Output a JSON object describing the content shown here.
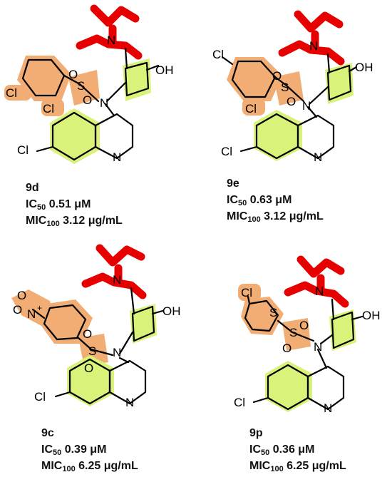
{
  "molecules": [
    {
      "id": "9d",
      "ic50_label": "IC",
      "ic50_sub": "50",
      "ic50_value": " 0.51 μM",
      "mic_label": "MIC",
      "mic_sub": "100",
      "mic_value": " 3.12 μg/mL"
    },
    {
      "id": "9e",
      "ic50_label": "IC",
      "ic50_sub": "50",
      "ic50_value": " 0.63 μM",
      "mic_label": "MIC",
      "mic_sub": "100",
      "mic_value": " 3.12 μg/mL"
    },
    {
      "id": "9c",
      "ic50_label": "IC",
      "ic50_sub": "50",
      "ic50_value": " 0.39 μM",
      "mic_label": "MIC",
      "mic_sub": "100",
      "mic_value": " 6.25 μg/mL"
    },
    {
      "id": "9p",
      "ic50_label": "IC",
      "ic50_sub": "50",
      "ic50_value": " 0.36 μM",
      "mic_label": "MIC",
      "mic_sub": "100",
      "mic_value": " 6.25 μg/mL"
    }
  ],
  "atoms": {
    "cl": "Cl",
    "s": "S",
    "o": "O",
    "n": "N",
    "oh": "OH",
    "o_minus": "-",
    "n_plus": "+"
  },
  "colors": {
    "highlight_red": "#e60000",
    "highlight_orange": "#f2ad74",
    "highlight_green": "#d8f27a"
  }
}
